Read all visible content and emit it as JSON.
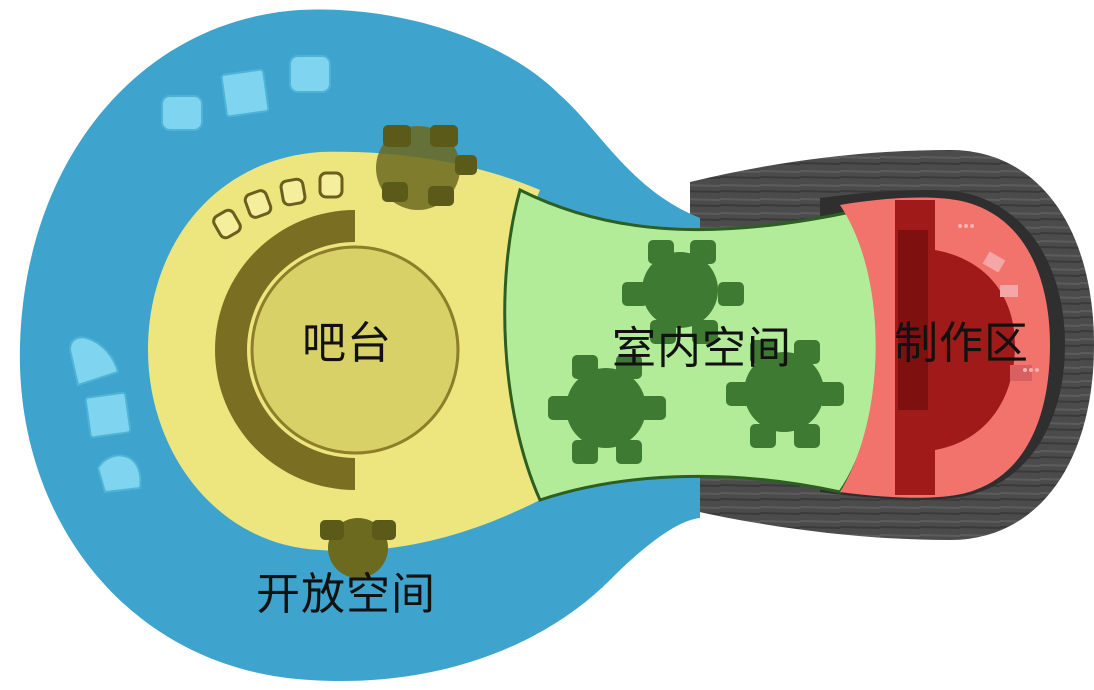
{
  "zones": {
    "bar": {
      "label": "吧台",
      "color": "#ede57e"
    },
    "indoor": {
      "label": "室内空间",
      "color": "#b3ec98"
    },
    "production": {
      "label": "制作区",
      "color": "#f2736b"
    },
    "open": {
      "label": "开放空间",
      "color": "#3fa4cd"
    }
  },
  "colors": {
    "floor_wood": "#4a4a4a",
    "bar_counter": "#7a6e23",
    "table_green": "#3f7a33",
    "production_counter": "#9c1717",
    "furniture_light": "#7fd4ef"
  }
}
